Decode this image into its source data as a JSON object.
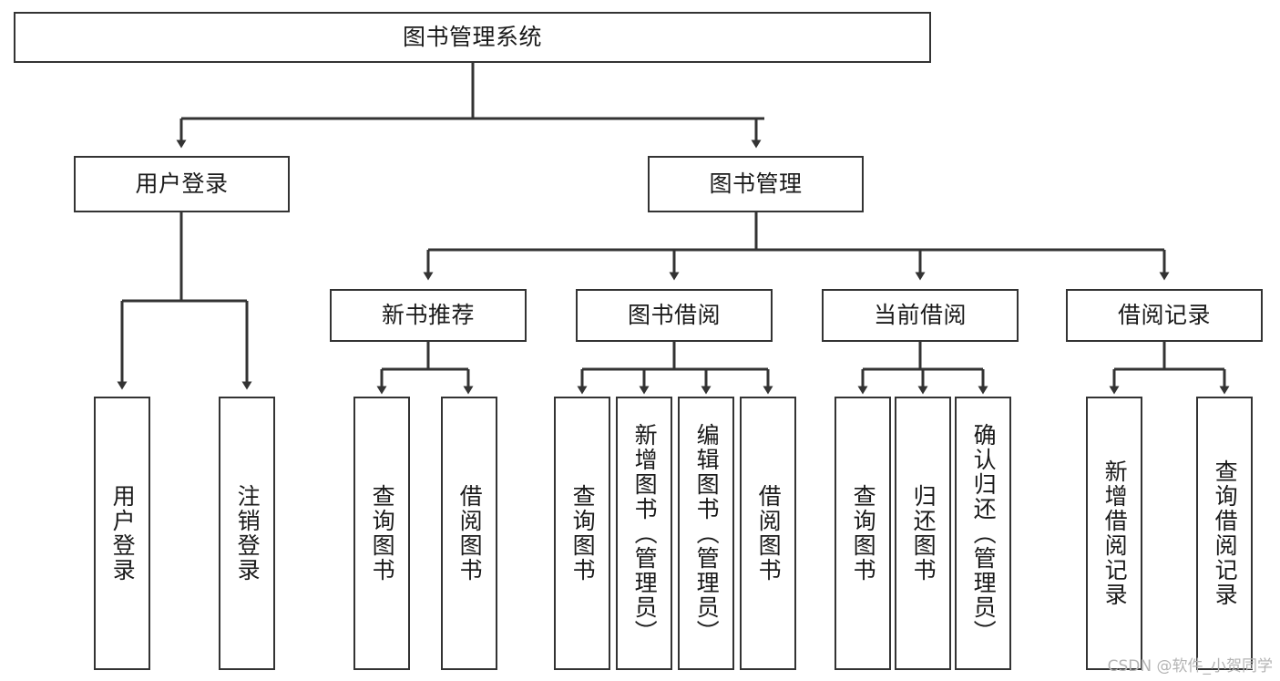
{
  "diagram": {
    "title": "图书管理系统",
    "type": "tree-hierarchy-chart",
    "watermark": "CSDN @软件_小贺同学",
    "colors": {
      "box_border": "#333333",
      "box_fill": "#ffffff",
      "connector": "#333333",
      "text": "#1a1a1a",
      "watermark": "#b4b4b4"
    },
    "levels": {
      "root": {
        "label": "图书管理系统"
      },
      "level2": [
        {
          "label": "用户登录"
        },
        {
          "label": "图书管理"
        }
      ],
      "level3": [
        {
          "label": "新书推荐"
        },
        {
          "label": "图书借阅"
        },
        {
          "label": "当前借阅"
        },
        {
          "label": "借阅记录"
        }
      ],
      "leaves": {
        "user_login": [
          {
            "label": "用户登录"
          },
          {
            "label": "注销登录"
          }
        ],
        "new_book_recommend": [
          {
            "label": "查询图书"
          },
          {
            "label": "借阅图书"
          }
        ],
        "book_borrow": [
          {
            "label": "查询图书"
          },
          {
            "label": "新增图书（管理员）"
          },
          {
            "label": "编辑图书（管理员）"
          },
          {
            "label": "借阅图书"
          }
        ],
        "current_borrow": [
          {
            "label": "查询图书"
          },
          {
            "label": "归还图书"
          },
          {
            "label": "确认归还（管理员）"
          }
        ],
        "borrow_record": [
          {
            "label": "新增借阅记录"
          },
          {
            "label": "查询借阅记录"
          }
        ]
      }
    }
  }
}
